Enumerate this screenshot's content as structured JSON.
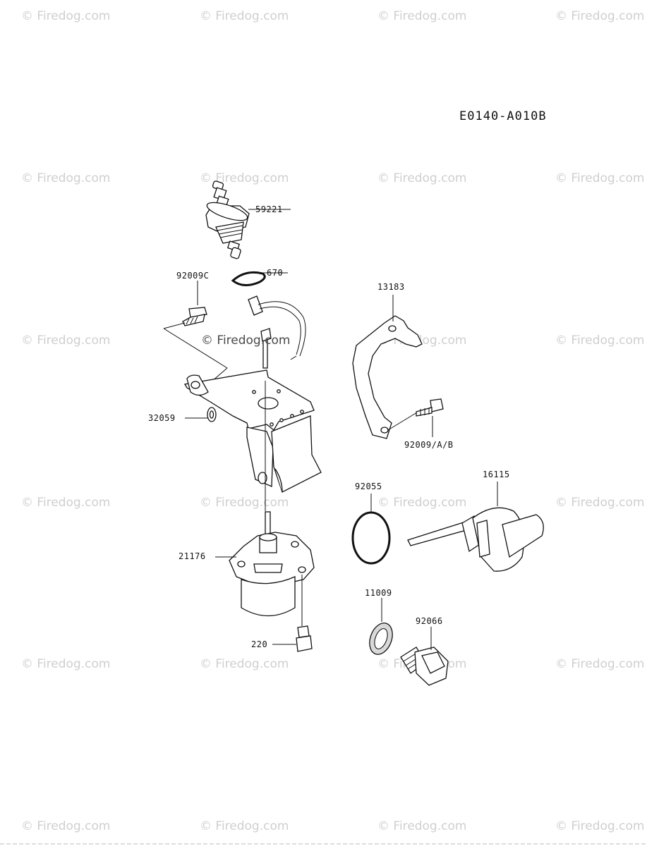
{
  "diagram_code": "E0140-A010B",
  "watermark_text": "© Firedog.com",
  "parts": {
    "p59221": "59221",
    "p670": "670",
    "p92009c": "92009C",
    "p13183": "13183",
    "p32059": "32059",
    "p92009ab": "92009/A/B",
    "p92055": "92055",
    "p16115": "16115",
    "p21176": "21176",
    "p11009": "11009",
    "p92066": "92066",
    "p220": "220"
  }
}
